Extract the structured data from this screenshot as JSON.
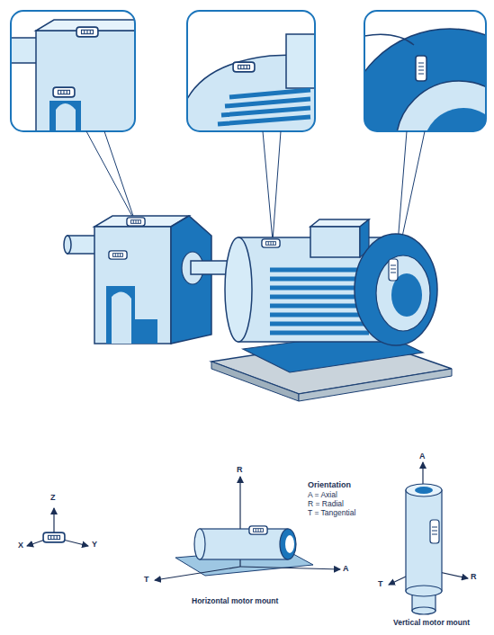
{
  "diagram": {
    "labels": [
      "Z",
      "X",
      "Y",
      "R",
      "Orientation",
      "A = Axial",
      "R = Radial",
      "T = Tangential",
      "T",
      "A",
      "Horizontal motor mount",
      "A",
      "T",
      "R",
      "Vertical motor mount"
    ]
  }
}
